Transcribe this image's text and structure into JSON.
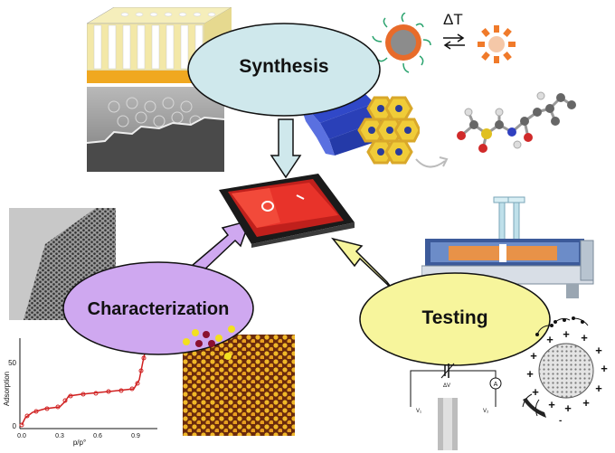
{
  "nodes": {
    "synthesis": {
      "label": "Synthesis",
      "color": "#cfe8ec"
    },
    "characterization": {
      "label": "Characterization",
      "color": "#cfa8f0"
    },
    "testing": {
      "label": "Testing",
      "color": "#f7f59c"
    }
  },
  "center": {
    "icon": "red-rocker-switch-icon",
    "color": "#e8332a"
  },
  "arrows": [
    {
      "name": "synthesis-to-switch",
      "color": "#cfe8ec"
    },
    {
      "name": "characterization-to-switch",
      "color": "#cfa8f0"
    },
    {
      "name": "testing-to-switch",
      "color": "#f7f59c"
    }
  ],
  "thermo": {
    "label": "ΔT"
  },
  "isotherm": {
    "ylabel": "Adsorption",
    "xlabel": "p/p°",
    "yticks": [
      "0",
      "50"
    ],
    "xticks": [
      "0.0",
      "0.3",
      "0.6",
      "0.9"
    ]
  },
  "circuit": {
    "top_label": "ΔV",
    "meter": "A",
    "left_label": "V₁",
    "right_label": "V₂"
  },
  "charge_symbols": {
    "plus": "+",
    "minus": "-"
  }
}
